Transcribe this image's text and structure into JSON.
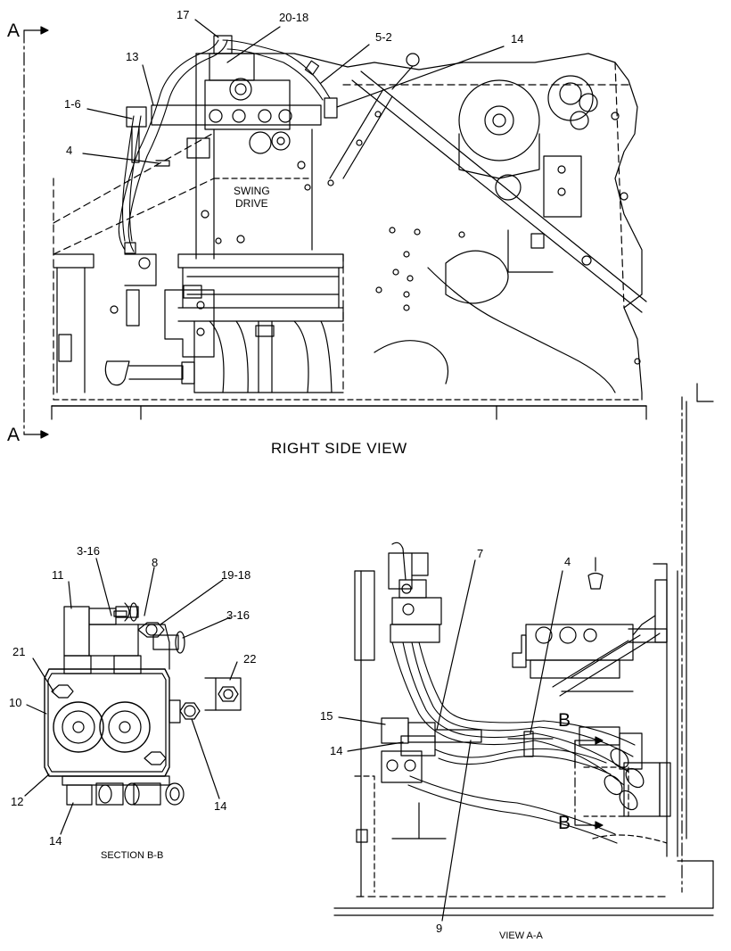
{
  "titles": {
    "right_side_view": "RIGHT SIDE VIEW",
    "section_bb": "SECTION B-B",
    "view_aa": "VIEW A-A"
  },
  "swing_drive": {
    "line1": "SWING",
    "line2": "DRIVE"
  },
  "section_markers": {
    "a_top": "A",
    "a_bottom": "A",
    "b_top": "B",
    "b_bottom": "B"
  },
  "callouts_right_side": [
    "17",
    "20-18",
    "5-2",
    "14",
    "13",
    "1-6",
    "4"
  ],
  "callouts_section_bb": [
    "3-16",
    "8",
    "11",
    "19-18",
    "3-16",
    "21",
    "22",
    "10",
    "12",
    "14",
    "14"
  ],
  "callouts_view_aa": [
    "7",
    "4",
    "15",
    "14",
    "9"
  ],
  "colors": {
    "line": "#000000",
    "background": "#ffffff"
  }
}
